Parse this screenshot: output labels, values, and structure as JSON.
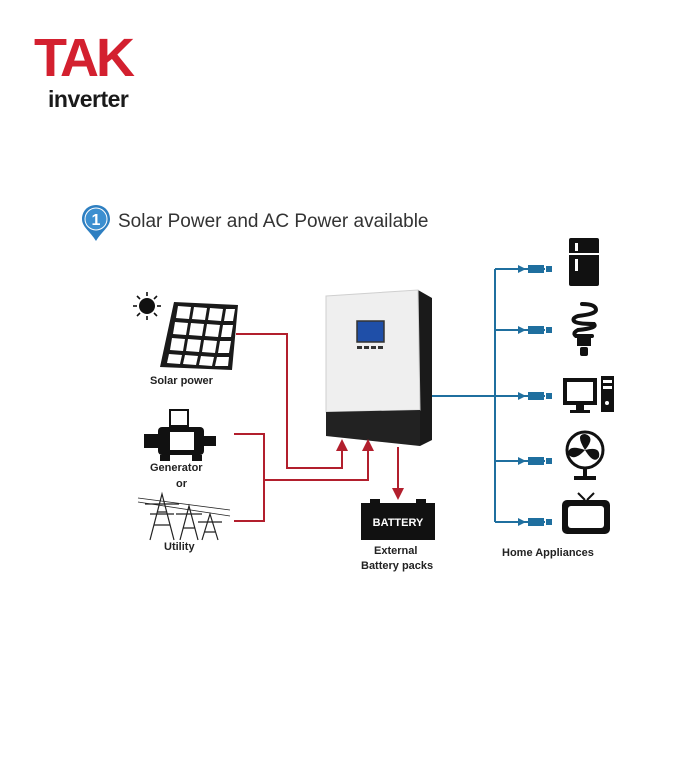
{
  "logo": {
    "brand": "TAK",
    "sub": "inverter"
  },
  "heading": {
    "number": "1",
    "title": "Solar Power and AC Power available"
  },
  "labels": {
    "solar": "Solar power",
    "generator": "Generator",
    "or": "or",
    "utility": "Utility",
    "battery": "BATTERY",
    "external1": "External",
    "external2": "Battery packs",
    "appliances": "Home Appliances"
  },
  "colors": {
    "brand_red": "#d3202f",
    "ac_line": "#b21f2d",
    "load_line": "#1f6f9f",
    "badge": "#2e7fc1"
  },
  "icons": [
    "sun-icon",
    "solar-panel-icon",
    "generator-icon",
    "utility-tower-icon",
    "inverter-icon",
    "battery-icon",
    "fridge-icon",
    "bulb-icon",
    "computer-icon",
    "fan-icon",
    "tv-icon"
  ]
}
